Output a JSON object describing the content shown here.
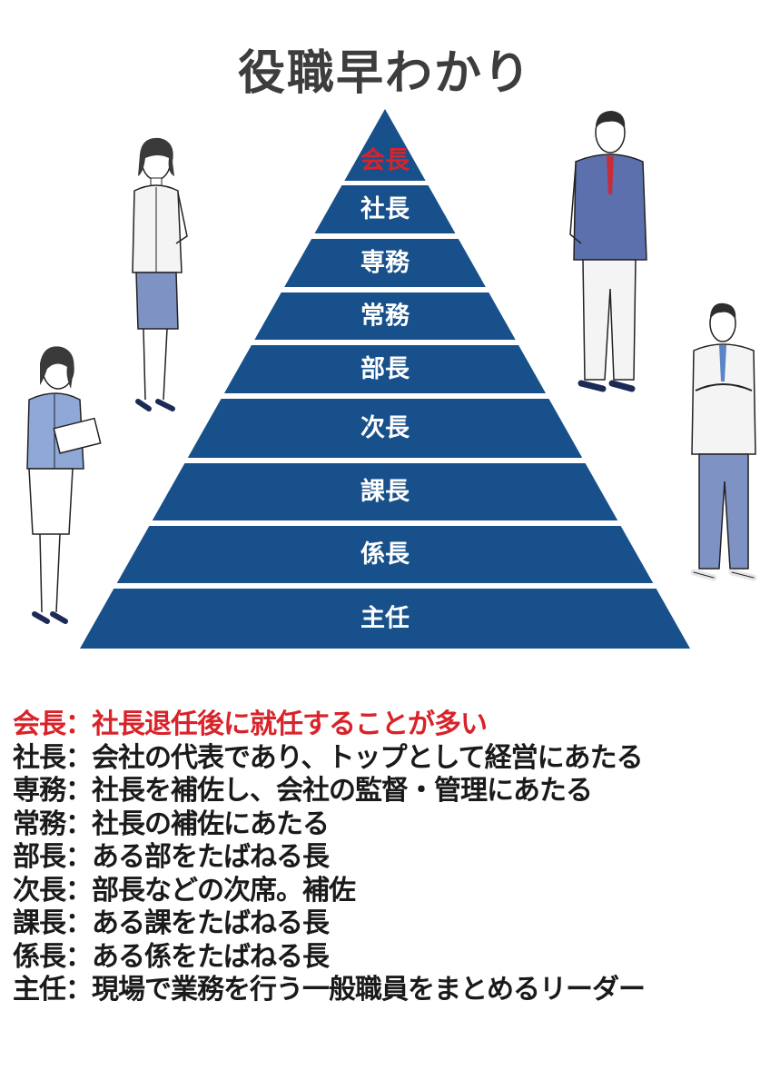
{
  "title": "役職早わかり",
  "colors": {
    "pyramid_fill": "#17508a",
    "pyramid_label": "#ffffff",
    "highlight": "#d8232a",
    "title": "#3d3d3d",
    "text": "#1a1a1a"
  },
  "pyramid": [
    {
      "label": "会長",
      "highlight": true
    },
    {
      "label": "社長",
      "highlight": false
    },
    {
      "label": "専務",
      "highlight": false
    },
    {
      "label": "常務",
      "highlight": false
    },
    {
      "label": "部長",
      "highlight": false
    },
    {
      "label": "次長",
      "highlight": false
    },
    {
      "label": "課長",
      "highlight": false
    },
    {
      "label": "係長",
      "highlight": false
    },
    {
      "label": "主任",
      "highlight": false
    }
  ],
  "descriptions": [
    {
      "role": "会長",
      "text": "社長退任後に就任することが多い",
      "highlight": true
    },
    {
      "role": "社長",
      "text": "会社の代表であり、トップとして経営にあたる",
      "highlight": false
    },
    {
      "role": "専務",
      "text": "社長を補佐し、会社の監督・管理にあたる",
      "highlight": false
    },
    {
      "role": "常務",
      "text": "社長の補佐にあたる",
      "highlight": false
    },
    {
      "role": "部長",
      "text": "ある部をたばねる長",
      "highlight": false
    },
    {
      "role": "次長",
      "text": "部長などの次席。補佐",
      "highlight": false
    },
    {
      "role": "課長",
      "text": "ある課をたばねる長",
      "highlight": false
    },
    {
      "role": "係長",
      "text": "ある係をたばねる長",
      "highlight": false
    },
    {
      "role": "主任",
      "text": "現場で業務を行う一般職員をまとめるリーダー",
      "highlight": false
    }
  ],
  "separator": "："
}
